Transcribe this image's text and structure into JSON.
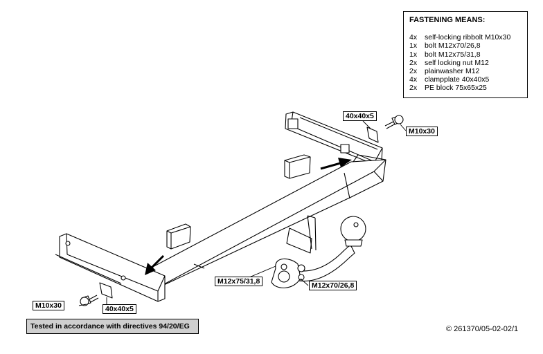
{
  "legend": {
    "title": "FASTENING MEANS:",
    "items": [
      {
        "qty": "4x",
        "desc": "self-locking ribbolt M10x30"
      },
      {
        "qty": "1x",
        "desc": "bolt M12x70/26,8"
      },
      {
        "qty": "1x",
        "desc": "bolt M12x75/31,8"
      },
      {
        "qty": "2x",
        "desc": "self locking nut M12"
      },
      {
        "qty": "2x",
        "desc": "plainwasher M12"
      },
      {
        "qty": "4x",
        "desc": "clampplate 40x40x5"
      },
      {
        "qty": "2x",
        "desc": "PE block 75x65x25"
      }
    ]
  },
  "labels": {
    "plate_top": "40x40x5",
    "bolt_top": "M10x30",
    "bolt_left": "M10x30",
    "plate_left": "40x40x5",
    "bolt_m12x75": "M12x75/31,8",
    "bolt_m12x70": "M12x70/26,8"
  },
  "footer": {
    "tested": "Tested in accordance with directives 94/20/EG",
    "docnum": "© 261370/05-02-02/1"
  }
}
